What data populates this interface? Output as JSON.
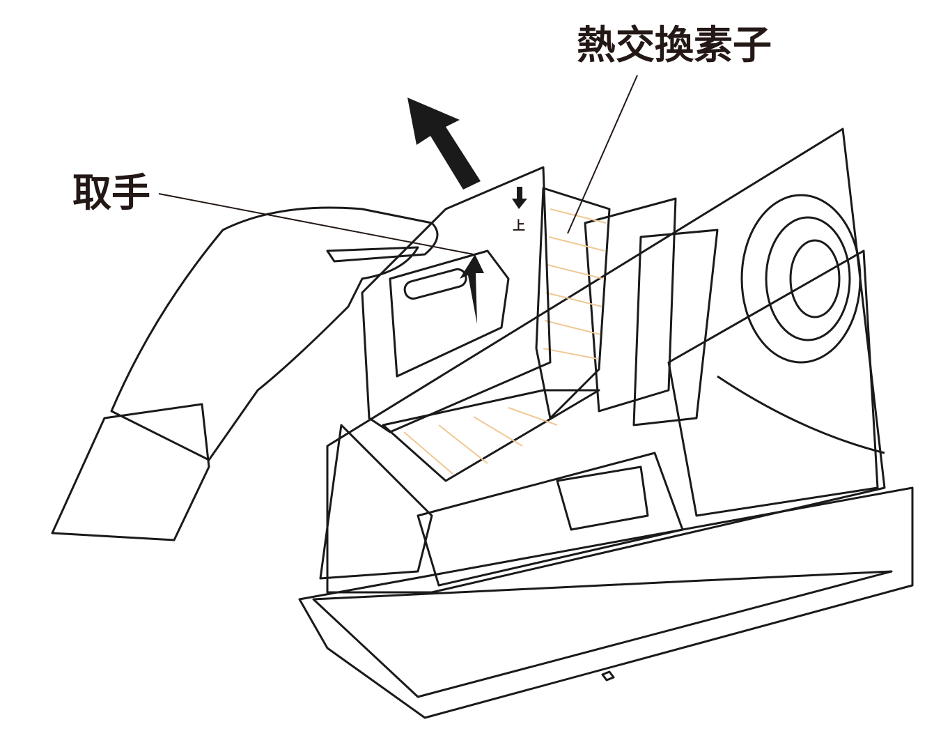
{
  "labels": {
    "heat_exchanger": "熱交換素子",
    "handle": "取手",
    "up_mark": "上"
  },
  "colors": {
    "glove": "#a8d4c0",
    "skin": "#f1cdb4",
    "element_frame": "#f0c896",
    "unit_body": "#f7efe2",
    "line": "#1a1a1a"
  }
}
